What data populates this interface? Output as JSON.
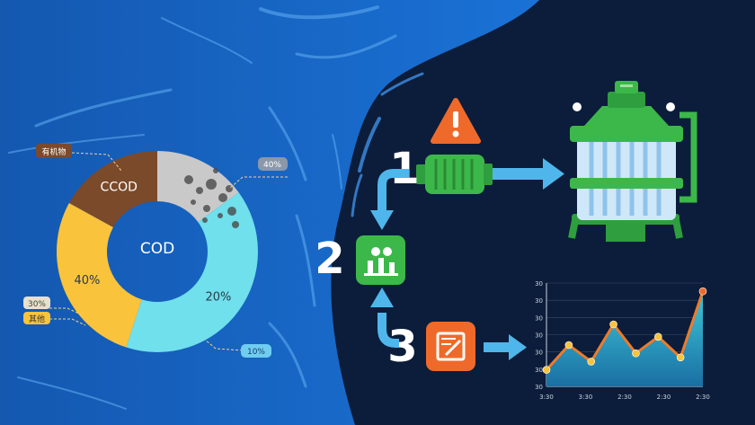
{
  "donut": {
    "center_label": "COD",
    "segments": [
      {
        "label": "CCOD",
        "pct": 17
      },
      {
        "label": "",
        "pct": 15
      },
      {
        "label": "20%",
        "pct": 40
      },
      {
        "label": "40%",
        "pct": 28
      }
    ],
    "callouts": {
      "organic": "有机物",
      "pct_40": "40%",
      "pct_30": "30%",
      "other": "其他",
      "pct_10": "10%"
    }
  },
  "steps": [
    "1",
    "2",
    "3"
  ],
  "icons": [
    "warning-icon",
    "motor-icon",
    "reactor-tank-icon",
    "people-chart-icon",
    "document-edit-icon"
  ],
  "colors": {
    "background": "#0b1d3a",
    "river": "#1765c4",
    "arrow": "#4fb6ec",
    "green": "#3cb84a",
    "orange": "#ef6a2a",
    "yellow": "#f9c33c",
    "cyan": "#6fe0ec",
    "brown": "#7a4a2b",
    "gray": "#c9c9c9"
  },
  "chart_data": {
    "type": "area",
    "x": [
      0,
      1,
      2,
      3,
      4,
      5,
      6,
      7
    ],
    "values": [
      8,
      20,
      12,
      30,
      16,
      24,
      14,
      46
    ],
    "y_ticks": [
      "30",
      "30",
      "30",
      "30",
      "30",
      "30",
      "30"
    ],
    "x_ticks": [
      "3:30",
      "3:30",
      "2:30",
      "2:30",
      "2:30"
    ],
    "ylim": [
      0,
      50
    ]
  }
}
